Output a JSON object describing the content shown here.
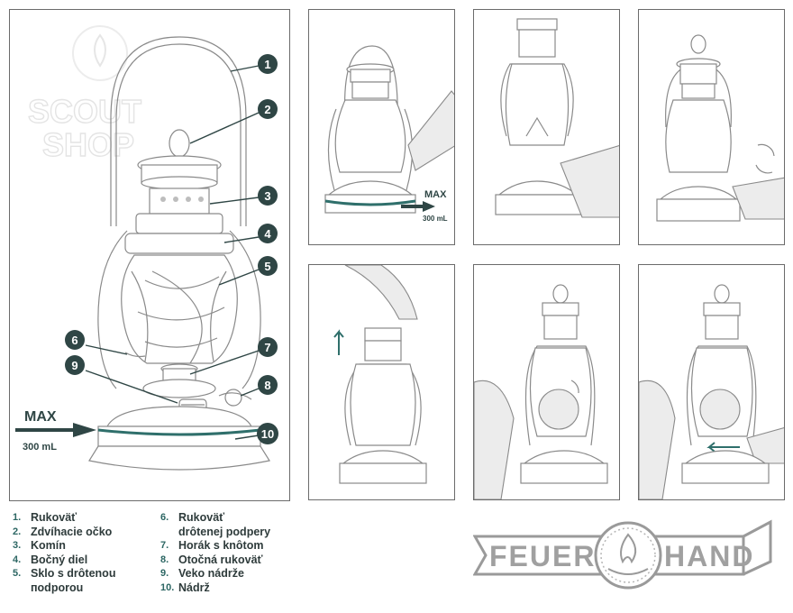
{
  "watermark": [
    "SCOUT",
    "SHOP"
  ],
  "max_label": "MAX",
  "volume_label": "300 mL",
  "legend_left": [
    {
      "num": "1.",
      "text": "Rukoväť"
    },
    {
      "num": "2.",
      "text": "Zdvíhacie očko"
    },
    {
      "num": "3.",
      "text": "Komín"
    },
    {
      "num": "4.",
      "text": "Bočný diel"
    },
    {
      "num": "5.",
      "text": "Sklo s drôtenou\nпodporou"
    }
  ],
  "legend_right": [
    {
      "num": "6.",
      "text": "Rukoväť\ndrôtenej podpery"
    },
    {
      "num": "7.",
      "text": "Horák s knôtom"
    },
    {
      "num": "8.",
      "text": "Otočná rukoväť"
    },
    {
      "num": "9.",
      "text": "Veko nádrže"
    },
    {
      "num": "10.",
      "text": "Nádrž"
    }
  ],
  "badges": [
    "1",
    "2",
    "3",
    "4",
    "5",
    "6",
    "7",
    "8",
    "9",
    "10"
  ],
  "logo": {
    "left": "FEUER",
    "right": "HAND"
  },
  "colors": {
    "accent": "#2f6f6b",
    "dark": "#2f4645",
    "line": "#8a8a8a"
  }
}
